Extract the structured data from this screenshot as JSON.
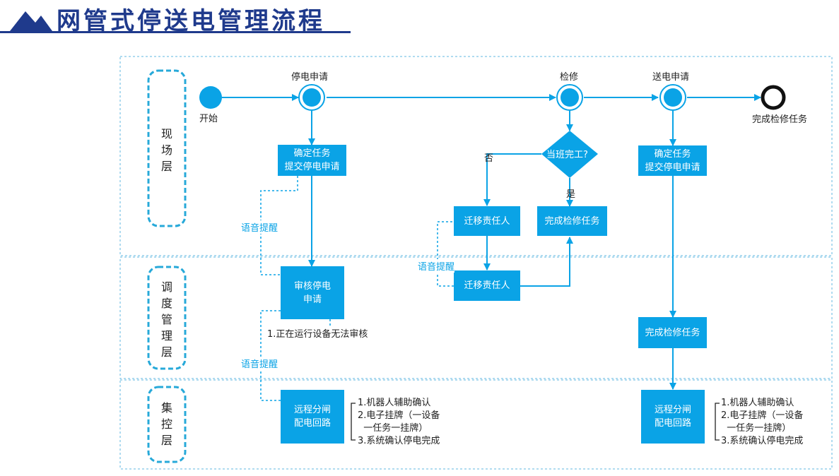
{
  "title": "网管式停送电管理流程",
  "lanes": {
    "field": "现\n场\n层",
    "dispatch": "调\n度\n管\n理\n层",
    "control": "集\n控\n层"
  },
  "events": {
    "start": "开始",
    "end": "完成检修任务",
    "stop_request": "停电申请",
    "maintenance": "检修",
    "send_request": "送电申请"
  },
  "tasks": {
    "confirm_submit_stop": "确定任务\n提交停电申请",
    "transfer_field": "迁移责任人",
    "complete_field": "完成检修任务",
    "confirm_submit_send": "确定任务\n提交停电申请",
    "review": "审核停电\n申请",
    "transfer_dispatch": "迁移责任人",
    "complete_dispatch": "完成检修任务",
    "remote_left": "远程分闸\n配电回路",
    "remote_right": "远程分闸\n配电回路"
  },
  "gateway": {
    "label": "当班完工?",
    "no": "否",
    "yes": "是"
  },
  "reminders": {
    "r1": "语音提醒",
    "r2": "语音提醒",
    "r3": "语音提醒"
  },
  "notes": {
    "review_note": "1.正在运行设备无法审核",
    "control_left": [
      "1.机器人辅助确认",
      "2.电子挂牌（一设备",
      "  一任务一挂牌）",
      "3.系统确认停电完成"
    ],
    "control_right": [
      "1.机器人辅助确认",
      "2.电子挂牌（一设备",
      "  一任务一挂牌）",
      "3.系统确认停电完成"
    ]
  },
  "colors": {
    "accent": "#0aa3e6",
    "title": "#1f3a8c",
    "lane_border": "#27a9d9"
  }
}
